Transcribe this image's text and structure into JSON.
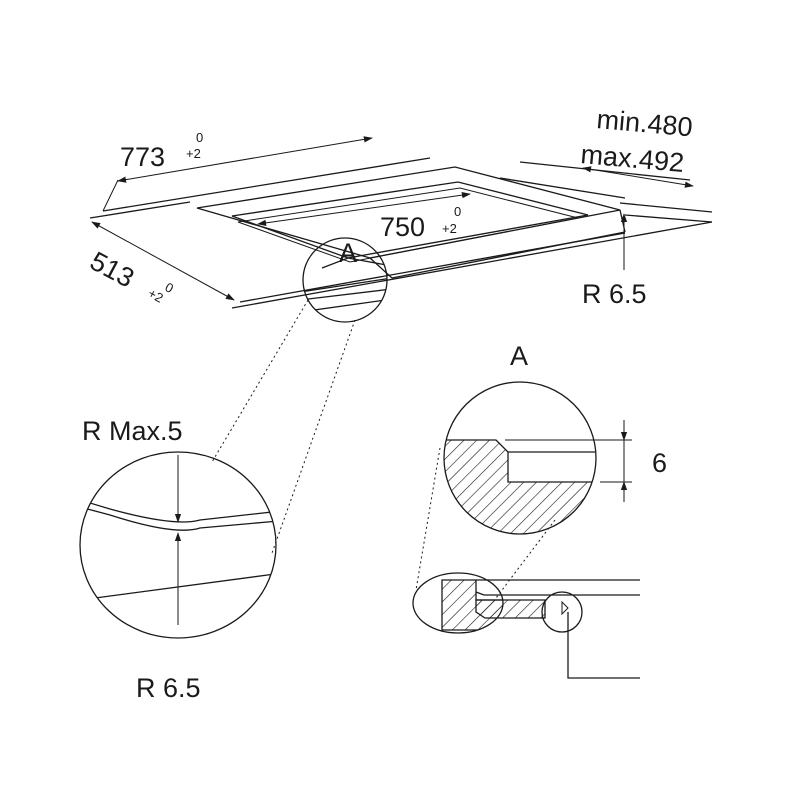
{
  "dimensions": {
    "width": {
      "value": "773",
      "tol_upper": "0",
      "tol_lower": "+2"
    },
    "depth": {
      "value": "513",
      "tol_upper": "0",
      "tol_lower": "+2"
    },
    "inner_width": {
      "value": "750",
      "tol_upper": "0",
      "tol_lower": "+2"
    },
    "worktop_min": "min.480",
    "worktop_max": "max.492",
    "corner_radius": "R 6.5"
  },
  "detail_label": "A",
  "left_detail": {
    "top_label": "R Max.5",
    "bottom_label": "R 6.5"
  },
  "section_a": {
    "title": "A",
    "depth_value": "6"
  }
}
